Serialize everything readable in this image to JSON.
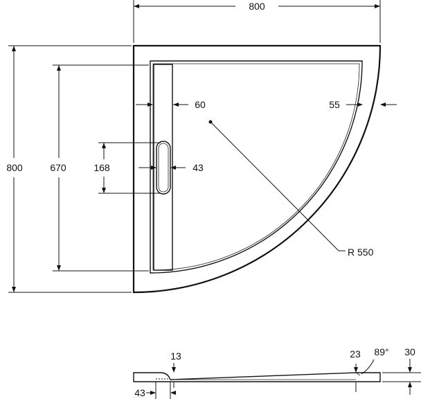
{
  "top_view": {
    "width": "800",
    "height": "800",
    "inner_height": "670",
    "channel_width": "60",
    "rim_width": "55",
    "drain_length": "168",
    "drain_width": "43",
    "radius": "R 550"
  },
  "side_view": {
    "top_offset": "13",
    "drain_depth": "43",
    "rim_height": "23",
    "angle": "89°",
    "total_height": "30"
  }
}
